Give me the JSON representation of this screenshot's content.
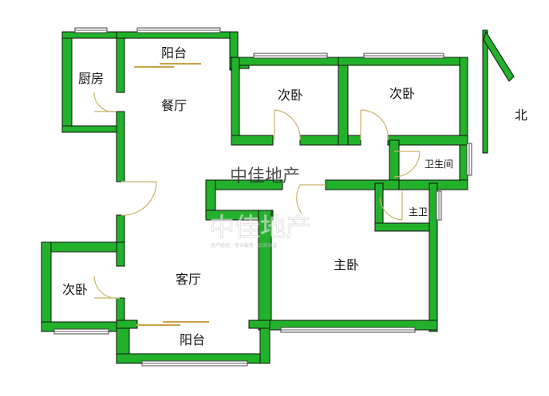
{
  "plan": {
    "rooms": {
      "kitchen": "厨房",
      "dining": "餐厅",
      "balcony_top": "阳台",
      "bedroom_mid": "次卧",
      "bedroom_right": "次卧",
      "bathroom": "卫生间",
      "master_bath": "主卫",
      "bedroom_left": "次卧",
      "living": "客厅",
      "master": "主卧",
      "balcony_bottom": "阳台"
    },
    "north": "北",
    "watermark": {
      "main": "中佳地产",
      "ghost": "中佳地产",
      "sub": "房产经纪 · 专业服务 · 品质保证"
    },
    "colors": {
      "wall": "#22b12a",
      "door": "#c8b26a",
      "background": "#ffffff"
    }
  }
}
